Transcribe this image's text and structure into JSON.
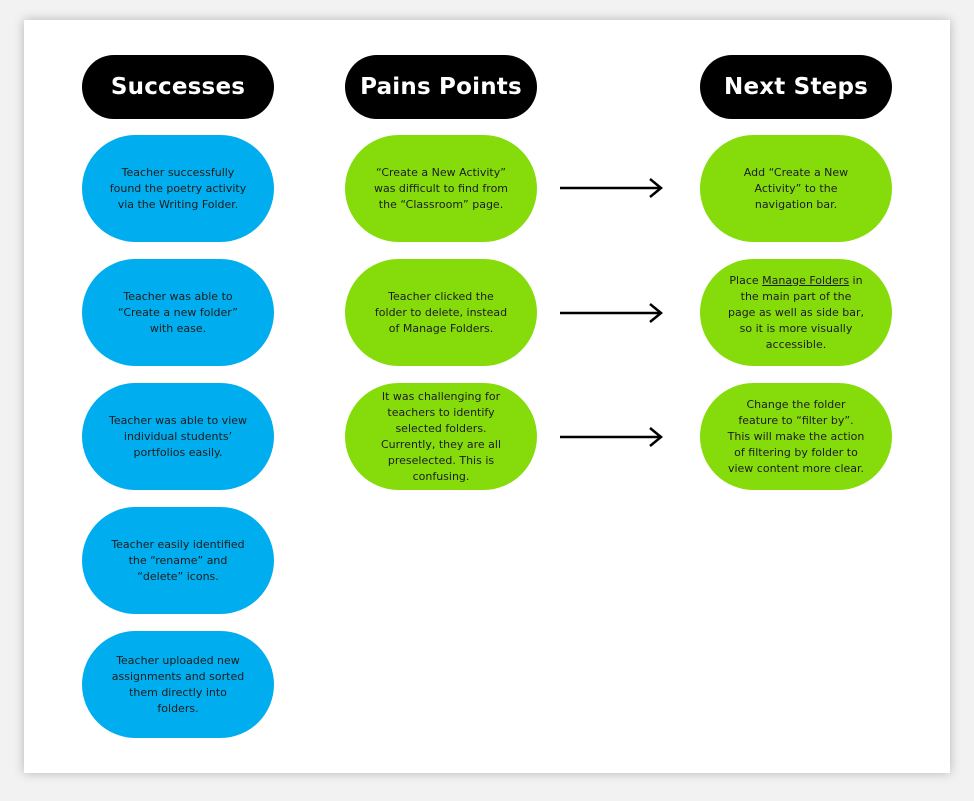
{
  "columns": {
    "successes": {
      "title": "Successes",
      "items": [
        "Teacher successfully found the poetry activity via the Writing Folder.",
        "Teacher was able to “Create a new folder” with ease.",
        "Teacher was able to view individual students’ portfolios easily.",
        "Teacher easily identified the “rename” and “delete” icons.",
        "Teacher uploaded new assignments and sorted them directly into folders."
      ]
    },
    "pain_points": {
      "title": "Pains Points",
      "items": [
        "“Create a New Activity” was difficult to find from the “Classroom” page.",
        "Teacher clicked the folder to delete, instead of Manage Folders.",
        "It was challenging for teachers to identify selected folders. Currently, they are all preselected. This is confusing."
      ]
    },
    "next_steps": {
      "title": "Next Steps",
      "items": [
        "Add “Create a New Activity” to the navigation bar.",
        {
          "prefix": "Place ",
          "link": "Manage Folders",
          "suffix": " in the main part of the page as well as side bar, so it is more visually accessible."
        },
        "Change the folder feature to “filter by”. This will make the action of filtering by folder to view content more clear."
      ]
    }
  },
  "colors": {
    "header_bg": "#000000",
    "success_bg": "#00aeef",
    "pain_bg": "#86dc0b",
    "next_bg": "#86dc0b",
    "arrow": "#000000"
  },
  "icons": [
    "arrow-right-icon"
  ]
}
